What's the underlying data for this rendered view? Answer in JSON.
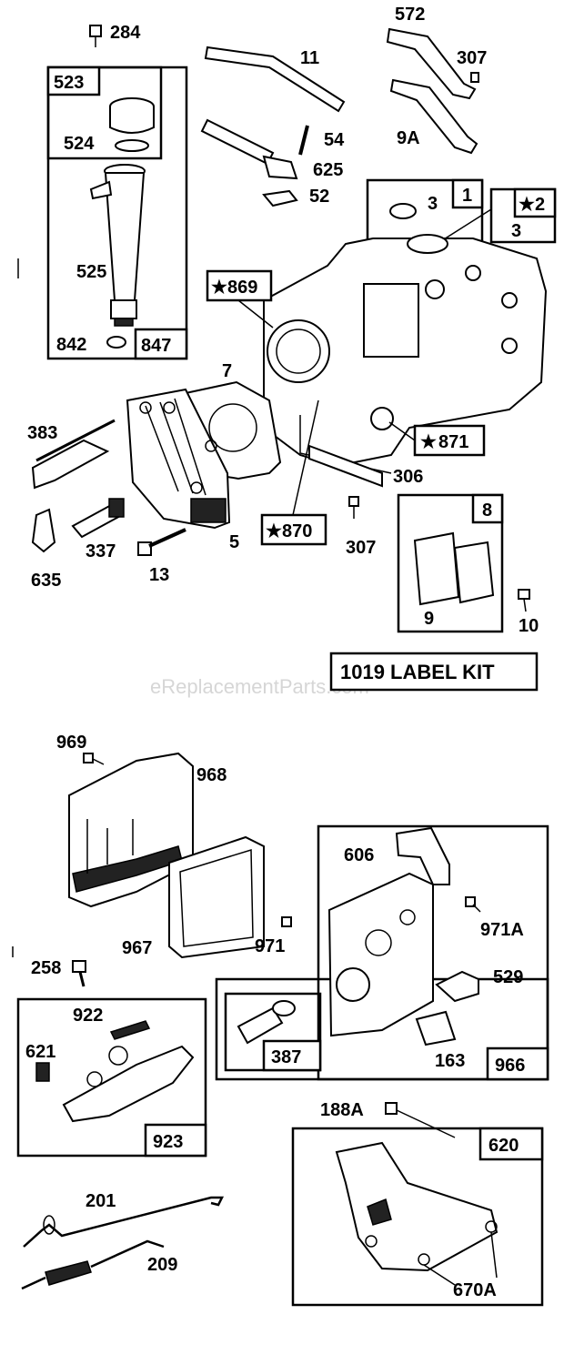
{
  "watermark": "eReplacementParts.com",
  "callouts": {
    "p284": "284",
    "p523": "523",
    "p524": "524",
    "p525": "525",
    "p842": "842",
    "p847": "847",
    "p11": "11",
    "p54": "54",
    "p625": "625",
    "p52": "52",
    "p572": "572",
    "p307a": "307",
    "p9A": "9A",
    "p1": "1",
    "p3a": "3",
    "p2": "2",
    "p3b": "3",
    "p869": "869",
    "p871": "871",
    "p870": "870",
    "p7": "7",
    "p383": "383",
    "p337": "337",
    "p635": "635",
    "p13": "13",
    "p5": "5",
    "p306": "306",
    "p307b": "307",
    "p8": "8",
    "p9": "9",
    "p10": "10",
    "p969": "969",
    "p968": "968",
    "p967": "967",
    "p971": "971",
    "p258": "258",
    "p606": "606",
    "p971A": "971A",
    "p529": "529",
    "p387": "387",
    "p163": "163",
    "p966": "966",
    "p922": "922",
    "p621": "621",
    "p923": "923",
    "p188A": "188A",
    "p620": "620",
    "p670A": "670A",
    "p201": "201",
    "p209": "209"
  },
  "label_kit": "1019 LABEL KIT",
  "star_symbol": "★"
}
